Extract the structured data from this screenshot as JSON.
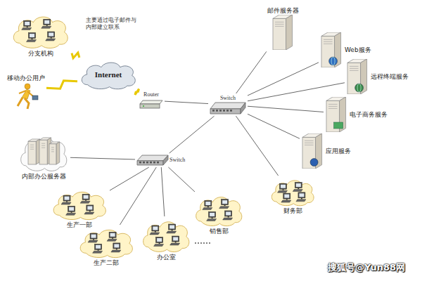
{
  "diagram": {
    "nodes": [
      {
        "text": [
          "分支机构"
        ]
      },
      {
        "text": [
          "Internet"
        ]
      },
      {
        "text": [
          "移动办公用户"
        ]
      },
      {
        "text": [
          "Router"
        ]
      },
      {
        "text": [
          "Switch"
        ]
      },
      {
        "text": [
          "邮件服务器"
        ]
      },
      {
        "text": [
          "Web服务"
        ]
      },
      {
        "text": [
          "远程终端服务"
        ]
      },
      {
        "text": [
          "电子商务服务"
        ]
      },
      {
        "text": [
          "应用服务"
        ]
      },
      {
        "text": [
          "财务部"
        ]
      },
      {
        "text": [
          "内部办公服务器"
        ]
      },
      {
        "text": [
          "Switch"
        ]
      },
      {
        "text": [
          "生产一部"
        ]
      },
      {
        "text": [
          "生产二部"
        ]
      },
      {
        "text": [
          "办公室"
        ]
      },
      {
        "text": [
          "销售部"
        ]
      }
    ],
    "edges": [
      {
        "from": 0,
        "to": 1,
        "arrow": "none"
      },
      {
        "from": 2,
        "to": 1,
        "arrow": "none"
      },
      {
        "from": 1,
        "to": 3,
        "arrow": "none"
      },
      {
        "from": 3,
        "to": 4,
        "arrow": "none"
      },
      {
        "from": 4,
        "to": 5,
        "arrow": "none"
      },
      {
        "from": 4,
        "to": 6,
        "arrow": "none"
      },
      {
        "from": 4,
        "to": 7,
        "arrow": "none"
      },
      {
        "from": 4,
        "to": 8,
        "arrow": "none"
      },
      {
        "from": 4,
        "to": 9,
        "arrow": "none"
      },
      {
        "from": 4,
        "to": 10,
        "arrow": "none"
      },
      {
        "from": 4,
        "to": 12,
        "arrow": "none"
      },
      {
        "from": 12,
        "to": 11,
        "arrow": "none"
      },
      {
        "from": 12,
        "to": 13,
        "arrow": "none"
      },
      {
        "from": 12,
        "to": 14,
        "arrow": "none"
      },
      {
        "from": 12,
        "to": 15,
        "arrow": "none"
      },
      {
        "from": 12,
        "to": 16,
        "arrow": "none"
      }
    ],
    "labels": [
      "主要通过电子邮件与内部建立联系",
      "搜狐号@Yun88网"
    ]
  }
}
